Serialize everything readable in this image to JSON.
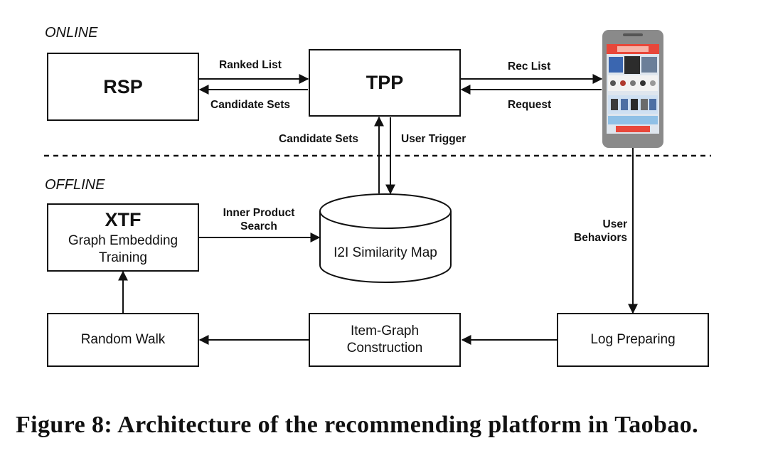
{
  "sections": {
    "online": "ONLINE",
    "offline": "OFFLINE"
  },
  "nodes": {
    "rsp": "RSP",
    "tpp": "TPP",
    "xtf_title": "XTF",
    "xtf_line1": "Graph Embedding",
    "xtf_line2": "Training",
    "similarity_map": "I2I Similarity Map",
    "random_walk": "Random Walk",
    "item_graph_line1": "Item-Graph",
    "item_graph_line2": "Construction",
    "log_preparing": "Log Preparing"
  },
  "edges": {
    "ranked_list": "Ranked List",
    "candidate_sets_rsp": "Candidate Sets",
    "rec_list": "Rec List",
    "request": "Request",
    "candidate_sets_tpp": "Candidate Sets",
    "user_trigger": "User Trigger",
    "inner_product_line1": "Inner Product",
    "inner_product_line2": "Search",
    "user_behaviors_line1": "User",
    "user_behaviors_line2": "Behaviors"
  },
  "caption": {
    "figure_label": "Figure 8:",
    "text": "Architecture of the recommending platform in Taobao."
  },
  "colors": {
    "line": "#111111",
    "phone_body": "#8a8a8a",
    "phone_screen_top": "#e8473a",
    "phone_screen": "#dfe6ee"
  }
}
